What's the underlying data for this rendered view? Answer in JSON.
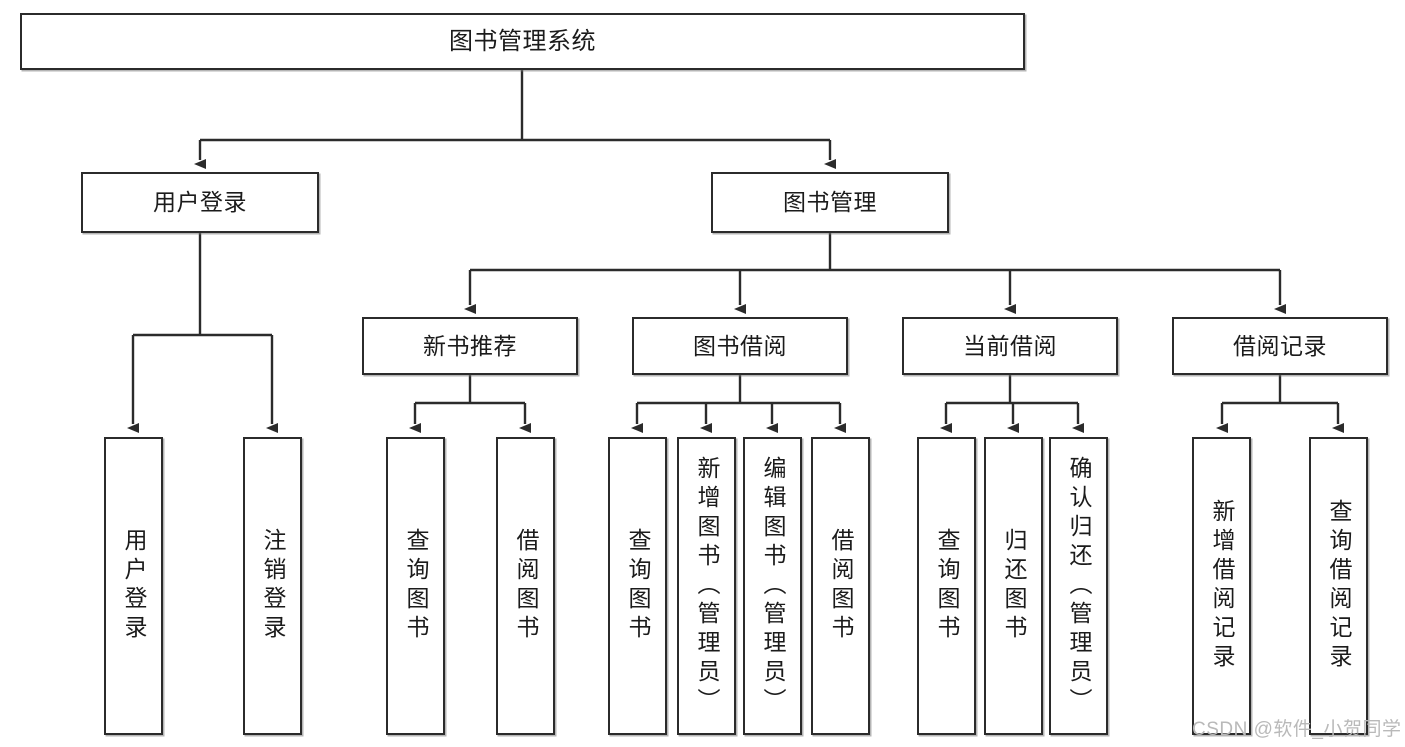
{
  "diagram": {
    "title_node": {
      "label": "图书管理系统"
    },
    "level2": [
      {
        "label": "用户登录"
      },
      {
        "label": "图书管理"
      }
    ],
    "level3": [
      {
        "label": "新书推荐"
      },
      {
        "label": "图书借阅"
      },
      {
        "label": "当前借阅"
      },
      {
        "label": "借阅记录"
      }
    ],
    "leaves": {
      "user_login": [
        {
          "label": "用户登录"
        },
        {
          "label": "注销登录"
        }
      ],
      "new_book": [
        {
          "label": "查询图书"
        },
        {
          "label": "借阅图书"
        }
      ],
      "book_borrow": [
        {
          "label": "查询图书"
        },
        {
          "label": "新增图书（管理员）"
        },
        {
          "label": "编辑图书（管理员）"
        },
        {
          "label": "借阅图书"
        }
      ],
      "current_borrow": [
        {
          "label": "查询图书"
        },
        {
          "label": "归还图书"
        },
        {
          "label": "确认归还（管理员）"
        }
      ],
      "borrow_record": [
        {
          "label": "新增借阅记录"
        },
        {
          "label": "查询借阅记录"
        }
      ]
    }
  },
  "watermark": {
    "text": "CSDN @软件_小贺同学"
  },
  "colors": {
    "stroke": "#2b2b2b",
    "fill": "#ffffff",
    "text": "#1b1b1b",
    "watermark": "#b9b9b9"
  }
}
